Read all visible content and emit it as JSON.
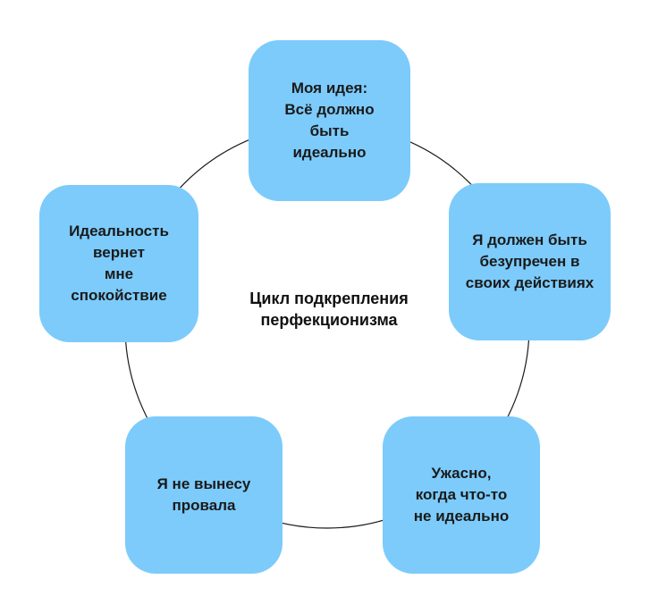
{
  "diagram": {
    "center_title": "Цикл подкрепления\nперфекционизма",
    "nodes": [
      {
        "id": "idea",
        "label": "Моя идея:\nВсё должно\nбыть\nидеально"
      },
      {
        "id": "must_be",
        "label": "Я должен быть\nбезупречен в\nсвоих действиях"
      },
      {
        "id": "awful",
        "label": "Ужасно,\nкогда что-то\nне идеально"
      },
      {
        "id": "no_failure",
        "label": "Я не вынесу\nпровала"
      },
      {
        "id": "calm",
        "label": "Идеальность\nвернет\nмне\nспокойствие"
      }
    ],
    "colors": {
      "node_fill": "#7ccbfb",
      "ring_stroke": "#1a1a1a",
      "text": "#1a1a1a",
      "background": "#ffffff"
    }
  }
}
